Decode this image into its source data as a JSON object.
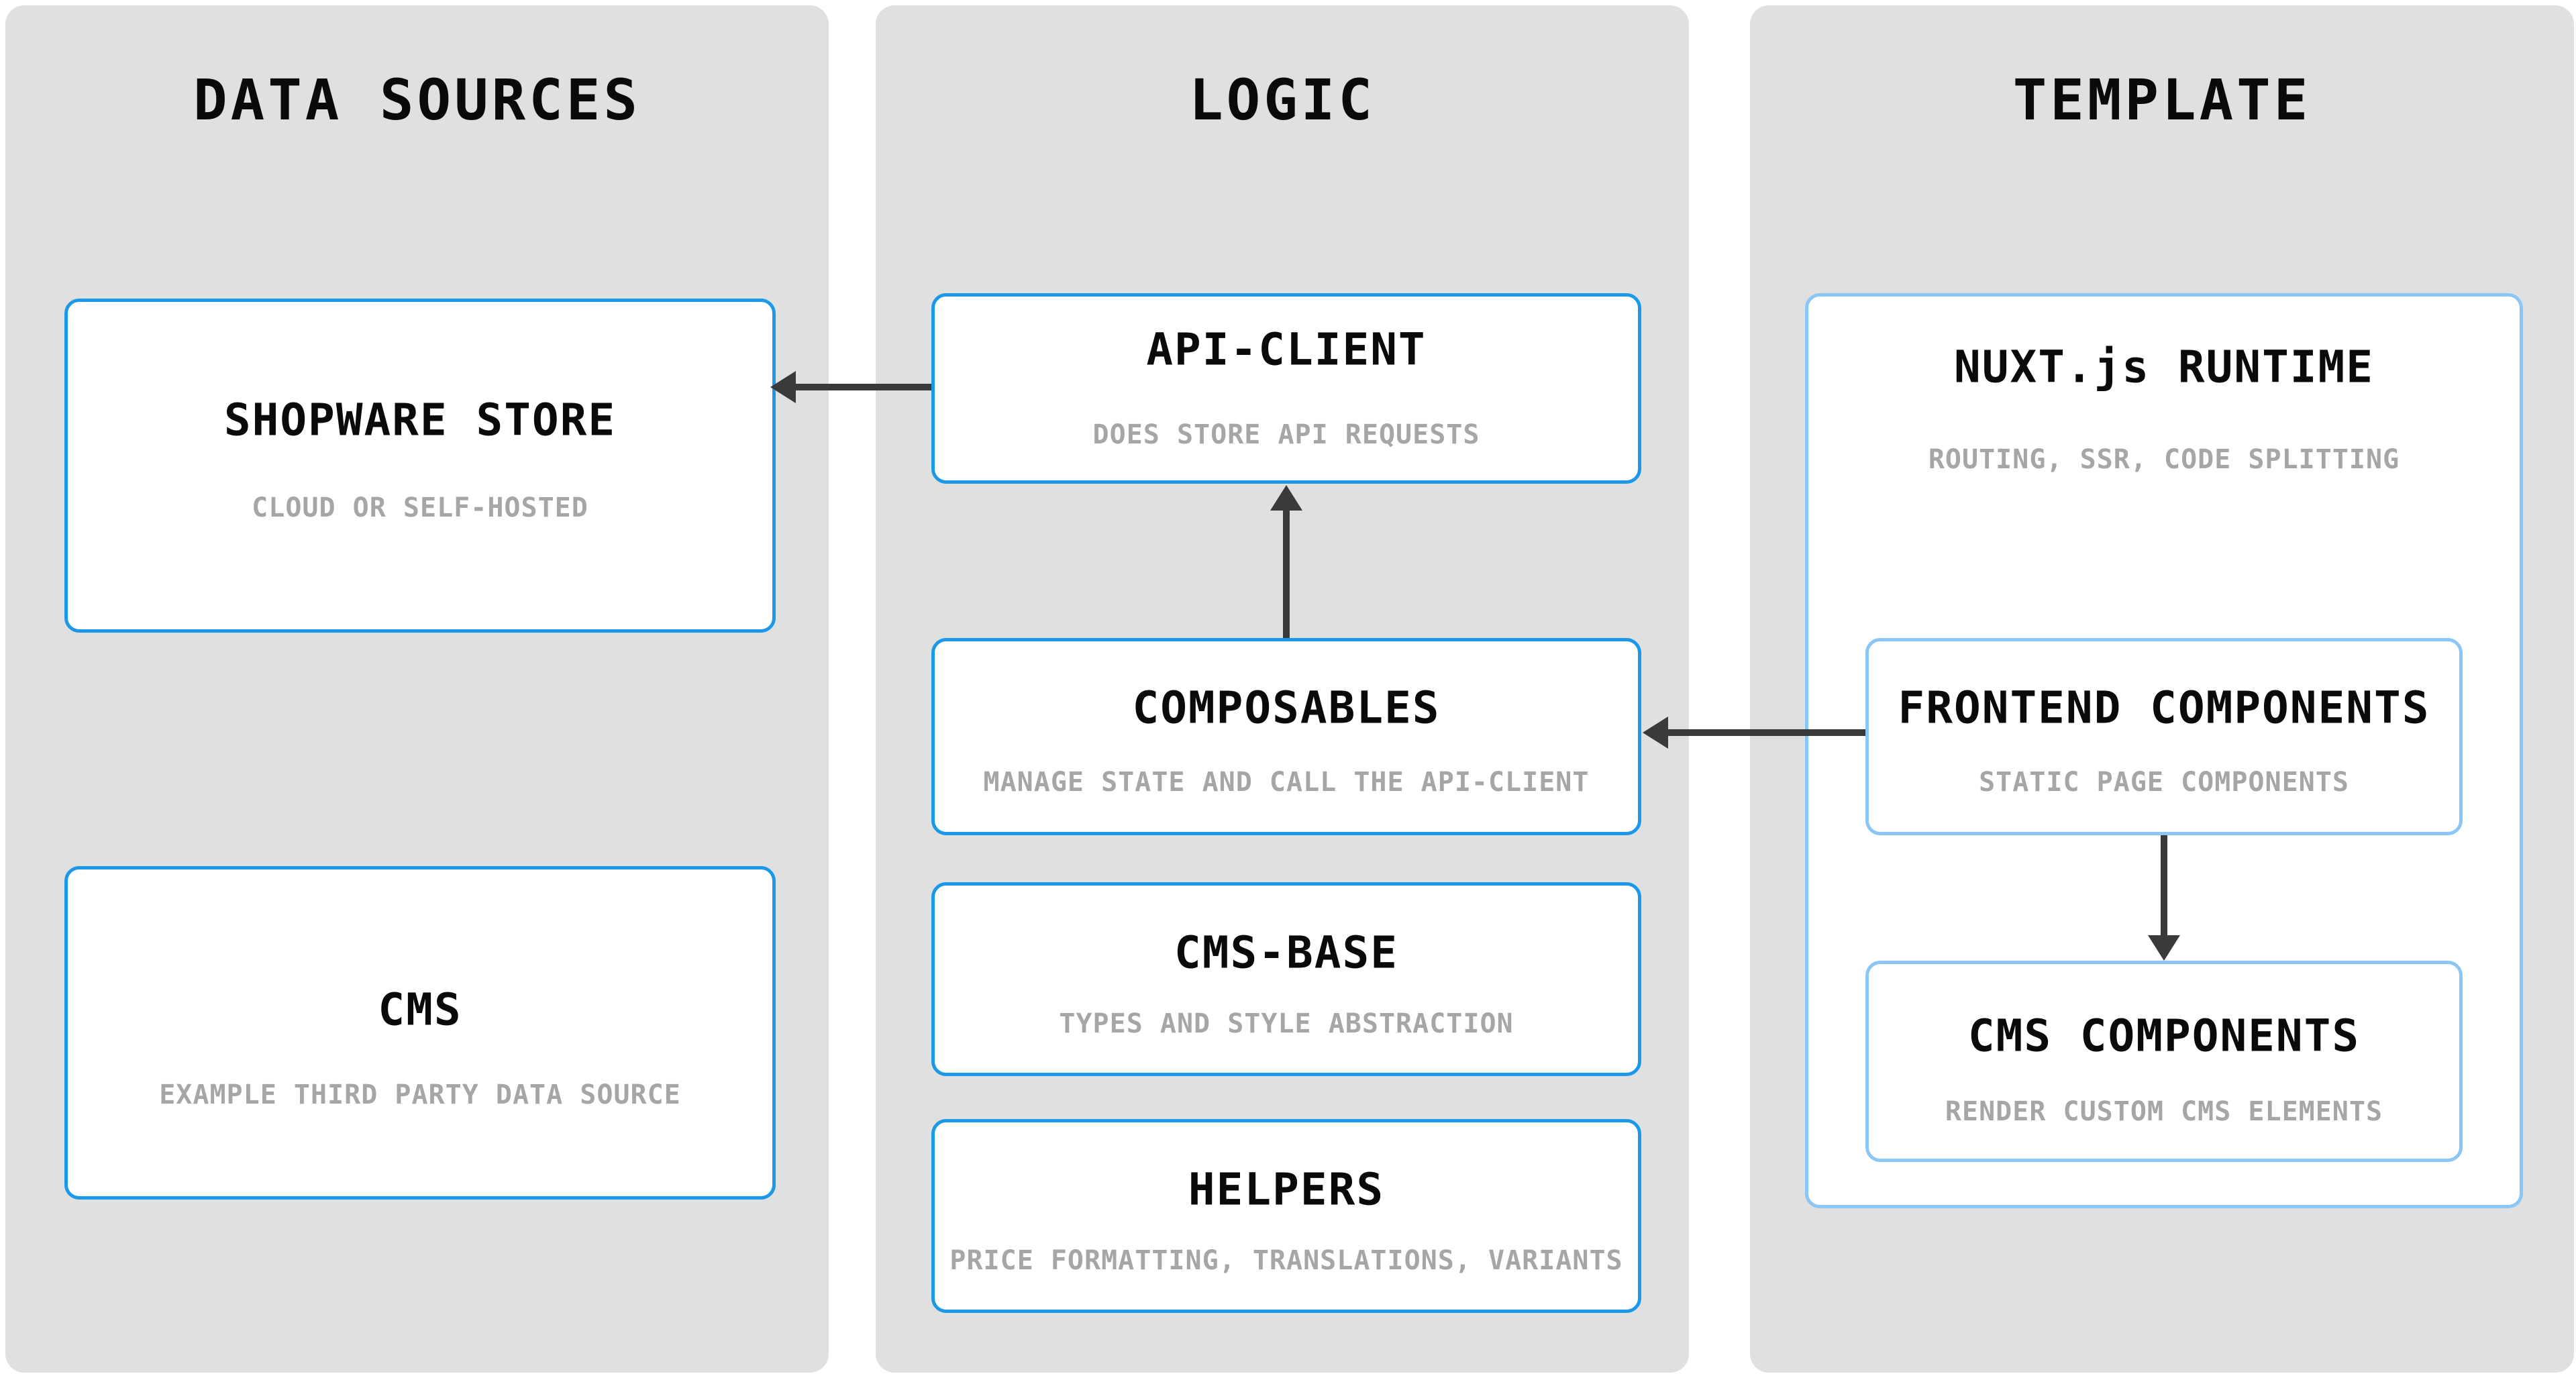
{
  "diagram": {
    "columns": [
      {
        "id": "data-sources",
        "title": "DATA SOURCES",
        "boxes": [
          {
            "title": "SHOPWARE STORE",
            "subtitle": "CLOUD OR SELF-HOSTED"
          },
          {
            "title": "CMS",
            "subtitle": "EXAMPLE THIRD PARTY DATA SOURCE"
          }
        ]
      },
      {
        "id": "logic",
        "title": "LOGIC",
        "boxes": [
          {
            "title": "API-CLIENT",
            "subtitle": "DOES STORE API REQUESTS"
          },
          {
            "title": "COMPOSABLES",
            "subtitle": "MANAGE STATE AND CALL THE API-CLIENT"
          },
          {
            "title": "CMS-BASE",
            "subtitle": "TYPES AND STYLE ABSTRACTION"
          },
          {
            "title": "HELPERS",
            "subtitle": "PRICE FORMATTING, TRANSLATIONS, VARIANTS"
          }
        ]
      },
      {
        "id": "template",
        "title": "TEMPLATE",
        "boxes": [
          {
            "title": "NUXT.js RUNTIME",
            "subtitle": "ROUTING, SSR, CODE SPLITTING",
            "children": [
              {
                "title": "FRONTEND COMPONENTS",
                "subtitle": "STATIC PAGE COMPONENTS"
              },
              {
                "title": "CMS COMPONENTS",
                "subtitle": "RENDER CUSTOM CMS ELEMENTS"
              }
            ]
          }
        ]
      }
    ],
    "arrows": [
      {
        "from": "API-CLIENT",
        "to": "SHOPWARE STORE",
        "direction": "left"
      },
      {
        "from": "COMPOSABLES",
        "to": "API-CLIENT",
        "direction": "up"
      },
      {
        "from": "FRONTEND COMPONENTS",
        "to": "COMPOSABLES",
        "direction": "left"
      },
      {
        "from": "FRONTEND COMPONENTS",
        "to": "CMS COMPONENTS",
        "direction": "down"
      }
    ],
    "colors": {
      "panel_bg": "#e0e0e0",
      "box_border_primary": "#1c98e8",
      "box_border_secondary": "#8ac6f6",
      "box_bg": "#ffffff",
      "title_text": "#0a0a0a",
      "subtitle_text": "#a6a6a6",
      "arrow": "#3a3a3a"
    }
  }
}
